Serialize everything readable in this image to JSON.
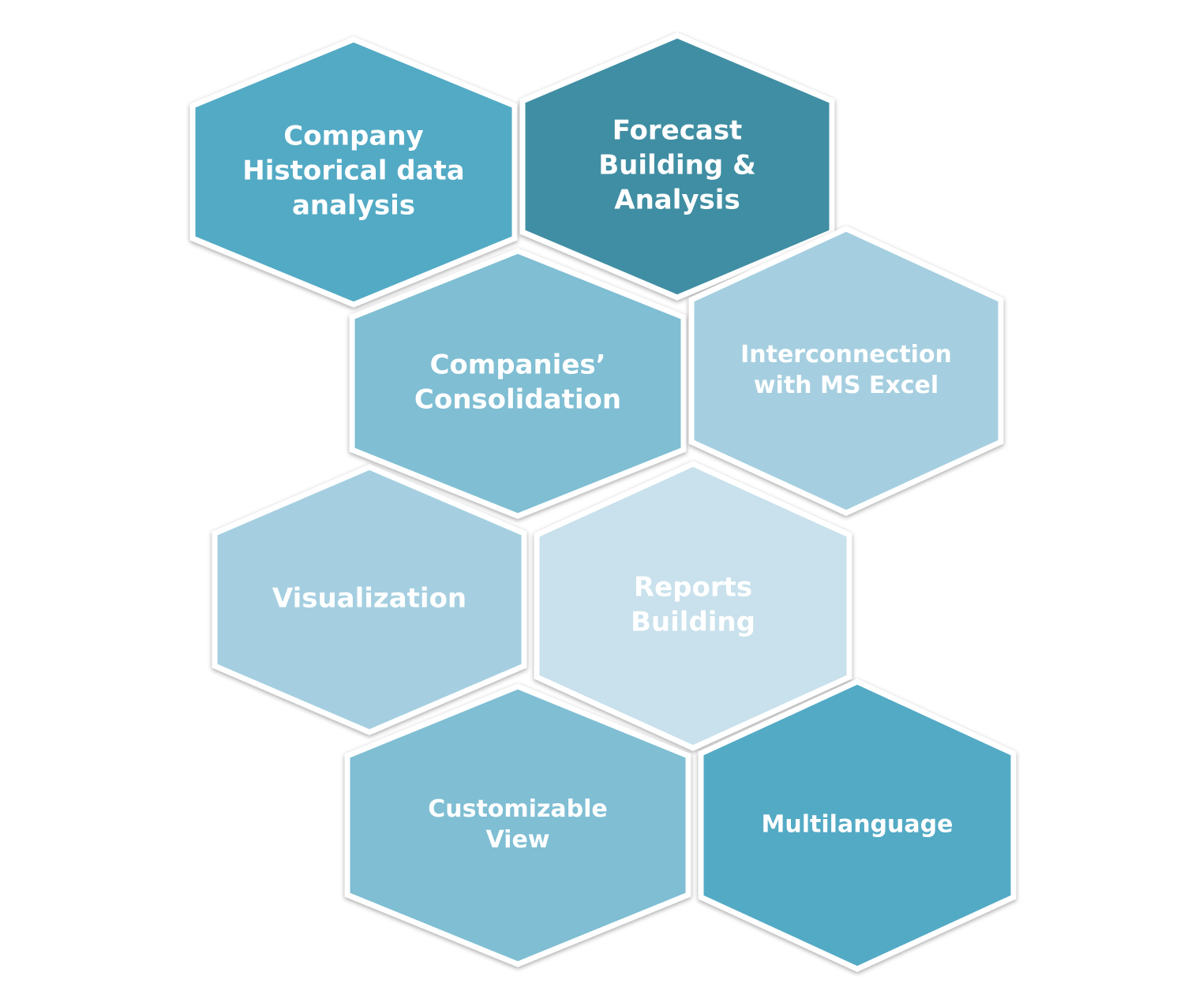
{
  "hexagons": [
    {
      "id": "historical",
      "lines": [
        "Company",
        "Historical data",
        "analysis"
      ],
      "color": "#52aac5"
    },
    {
      "id": "forecast",
      "lines": [
        "Forecast",
        "Building &",
        "Analysis"
      ],
      "color": "#408ea3"
    },
    {
      "id": "consolidation",
      "lines": [
        "Companies’",
        "Consolidation"
      ],
      "color": "#7fbed3"
    },
    {
      "id": "excel",
      "lines": [
        "Interconnection",
        "with MS Excel"
      ],
      "color": "#a5cfe0"
    },
    {
      "id": "visualization",
      "lines": [
        "Visualization"
      ],
      "color": "#a5cfe0"
    },
    {
      "id": "reports",
      "lines": [
        "Reports",
        "Building"
      ],
      "color": "#c8e1ec"
    },
    {
      "id": "customizable",
      "lines": [
        "Customizable",
        "View"
      ],
      "color": "#7fbed3"
    },
    {
      "id": "multilanguage",
      "lines": [
        "Multilanguage"
      ],
      "color": "#52aac5"
    }
  ]
}
